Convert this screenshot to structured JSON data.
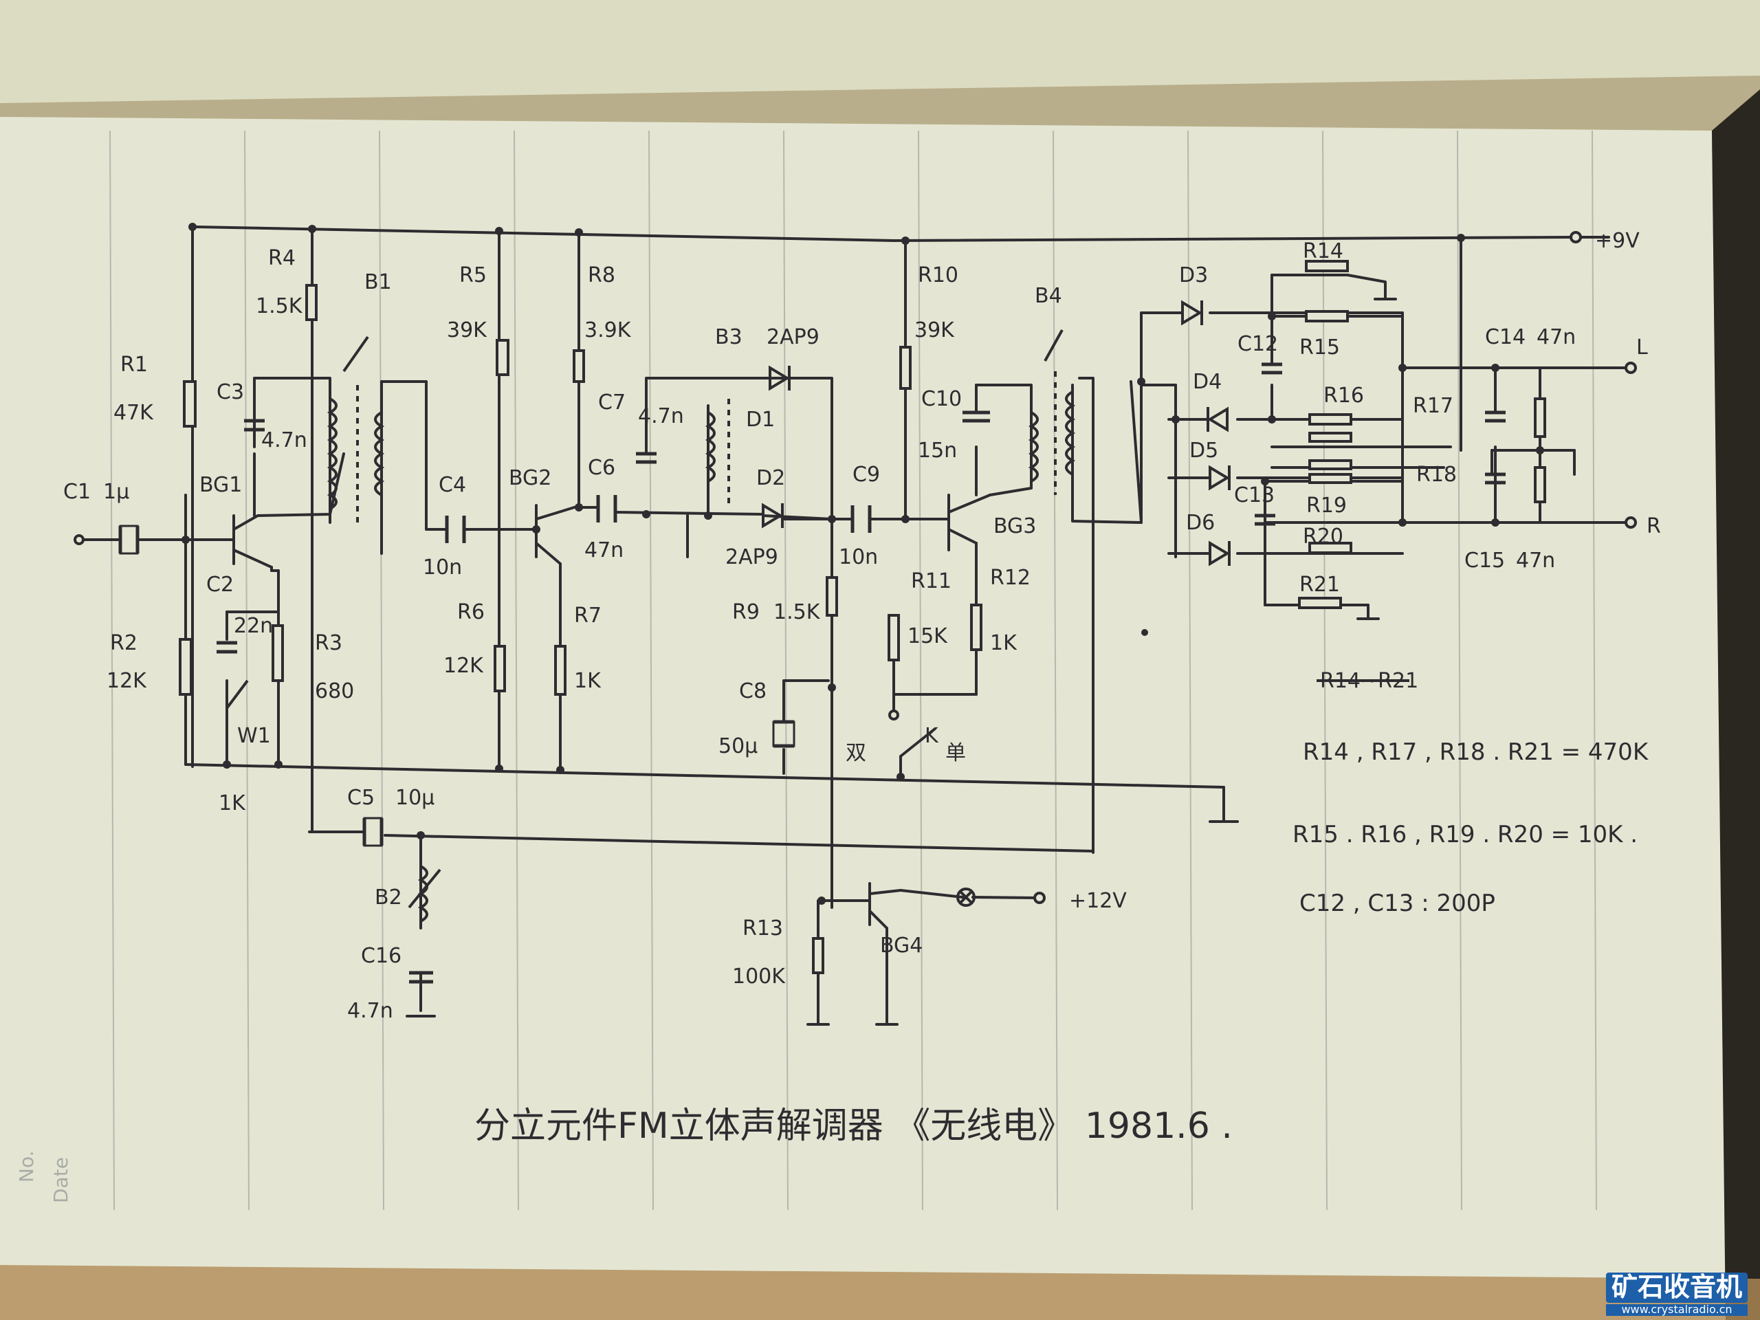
{
  "labels": {
    "r1": "R1",
    "r1v": "47K",
    "r2": "R2",
    "r2v": "12K",
    "r3": "R3",
    "r3v": "680",
    "r4": "R4",
    "r4v": "1.5K",
    "r5": "R5",
    "r5v": "39K",
    "r6": "R6",
    "r6v": "12K",
    "r7": "R7",
    "r7v": "1K",
    "r8": "R8",
    "r8v": "3.9K",
    "r9": "R9",
    "r9v": "1.5K",
    "r10": "R10",
    "r10v": "39K",
    "r11": "R11",
    "r11v": "15K",
    "r12": "R12",
    "r12v": "1K",
    "r13": "R13",
    "r13v": "100K",
    "c1": "C1",
    "c1v": "1μ",
    "c2": "C2",
    "c2v": "22n",
    "c3": "C3",
    "c3v": "4.7n",
    "c4": "C4",
    "c4v": "10n",
    "c5": "C5",
    "c5v": "10μ",
    "c6": "C6",
    "c6v": "47n",
    "c7": "C7",
    "c7v": "4.7n",
    "c8": "C8",
    "c8v": "50μ",
    "c9": "C9",
    "c9v": "10n",
    "c10": "C10",
    "c10v": "15n",
    "c12": "C12",
    "c13": "C13",
    "c16": "C16",
    "c16v": "4.7n",
    "c14": "C14",
    "c14v": "47n",
    "c15": "C15",
    "c15v": "47n",
    "bg1": "BG1",
    "bg2": "BG2",
    "bg3": "BG3",
    "bg4": "BG4",
    "b1": "B1",
    "b2": "B2",
    "b3": "B3",
    "b4": "B4",
    "d1": "D1",
    "d2": "D2",
    "d3": "D3",
    "d4": "D4",
    "d5": "D5",
    "d6": "D6",
    "d1type": "2AP9",
    "d2type": "2AP9",
    "w1": "W1",
    "w1v": "1K",
    "r14": "R14",
    "r15": "R15",
    "r16": "R16",
    "r17": "R17",
    "r18": "R18",
    "r19": "R19",
    "r20": "R20",
    "r21": "R21",
    "k": "K",
    "shuang": "双",
    "dan": "单",
    "p9": "+9V",
    "p12": "+12V",
    "L": "L",
    "R": "R"
  },
  "notes": {
    "struck": "R14~R21",
    "n1": "R14 , R17 , R18 . R21 = 470K",
    "n2": "R15 . R16 , R19 . R20 = 10K .",
    "n3": "C12 , C13 : 200P"
  },
  "caption": "分立元件FM立体声解调器 《无线电》 1981.6 .",
  "paper": {
    "ruled": "No.",
    "date": "Date"
  },
  "watermark": {
    "name": "矿石收音机",
    "url": "www.crystalradio.cn"
  },
  "colors": {
    "paper": "#e8e9d6",
    "ink": "#2e2c30",
    "rule": "#b4b7ad",
    "watermark": "#1d5fa8"
  }
}
